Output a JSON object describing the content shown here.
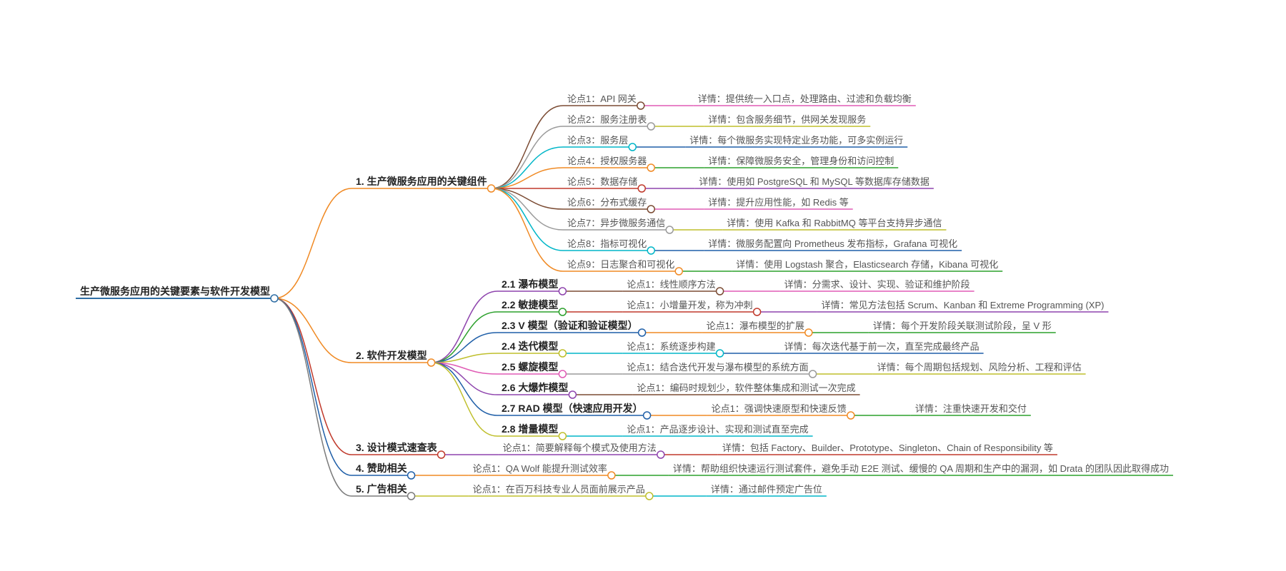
{
  "colors": {
    "root": "#2e6da4",
    "palette": [
      "#7b4b33",
      "#9a9a9a",
      "#00b6c8",
      "#f08a24",
      "#c0392b",
      "#e05cb5",
      "#8e44ad",
      "#2ca02c",
      "#bfbf2c",
      "#1f5fa8"
    ]
  },
  "root": {
    "label": "生产微服务应用的关键要素与软件开发模型"
  },
  "sections": [
    {
      "label": "1. 生产微服务应用的关键组件",
      "color": "#f08a24",
      "points": [
        {
          "label": "论点1：API 网关",
          "color": "#7b4b33",
          "detail": "详情：提供统一入口点，处理路由、过滤和负载均衡",
          "detail_color": "#e05cb5"
        },
        {
          "label": "论点2：服务注册表",
          "color": "#9a9a9a",
          "detail": "详情：包含服务细节，供网关发现服务",
          "detail_color": "#bfbf2c"
        },
        {
          "label": "论点3：服务层",
          "color": "#00b6c8",
          "detail": "详情：每个微服务实现特定业务功能，可多实例运行",
          "detail_color": "#1f5fa8"
        },
        {
          "label": "论点4：授权服务器",
          "color": "#f08a24",
          "detail": "详情：保障微服务安全，管理身份和访问控制",
          "detail_color": "#2ca02c"
        },
        {
          "label": "论点5：数据存储",
          "color": "#c0392b",
          "detail": "详情：使用如 PostgreSQL 和 MySQL 等数据库存储数据",
          "detail_color": "#8e44ad"
        },
        {
          "label": "论点6：分布式缓存",
          "color": "#7b4b33",
          "detail": "详情：提升应用性能，如 Redis 等",
          "detail_color": "#e05cb5"
        },
        {
          "label": "论点7：异步微服务通信",
          "color": "#9a9a9a",
          "detail": "详情：使用 Kafka 和 RabbitMQ 等平台支持异步通信",
          "detail_color": "#bfbf2c"
        },
        {
          "label": "论点8：指标可视化",
          "color": "#00b6c8",
          "detail": "详情：微服务配置向 Prometheus 发布指标，Grafana 可视化",
          "detail_color": "#1f5fa8"
        },
        {
          "label": "论点9：日志聚合和可视化",
          "color": "#f08a24",
          "detail": "详情：使用 Logstash 聚合，Elasticsearch 存储，Kibana 可视化",
          "detail_color": "#2ca02c"
        }
      ]
    },
    {
      "label": "2. 软件开发模型",
      "color": "#f08a24",
      "subs": [
        {
          "label": "2.1 瀑布模型",
          "color": "#8e44ad",
          "point": "论点1：线性顺序方法",
          "point_color": "#7b4b33",
          "detail": "详情：分需求、设计、实现、验证和维护阶段",
          "detail_color": "#e05cb5"
        },
        {
          "label": "2.2 敏捷模型",
          "color": "#2ca02c",
          "point": "论点1：小增量开发，称为冲刺",
          "point_color": "#c0392b",
          "detail": "详情：常见方法包括 Scrum、Kanban 和 Extreme Programming (XP)",
          "detail_color": "#8e44ad"
        },
        {
          "label": "2.3 V 模型（验证和验证模型）",
          "color": "#1f5fa8",
          "point": "论点1：瀑布模型的扩展",
          "point_color": "#f08a24",
          "detail": "详情：每个开发阶段关联测试阶段，呈 V 形",
          "detail_color": "#2ca02c"
        },
        {
          "label": "2.4 迭代模型",
          "color": "#bfbf2c",
          "point": "论点1：系统逐步构建",
          "point_color": "#00b6c8",
          "detail": "详情：每次迭代基于前一次，直至完成最终产品",
          "detail_color": "#1f5fa8"
        },
        {
          "label": "2.5 螺旋模型",
          "color": "#e05cb5",
          "point": "论点1：结合迭代开发与瀑布模型的系统方面",
          "point_color": "#9a9a9a",
          "detail": "详情：每个周期包括规划、风险分析、工程和评估",
          "detail_color": "#bfbf2c"
        },
        {
          "label": "2.6 大爆炸模型",
          "color": "#8e44ad",
          "point": "论点1：编码时规划少，软件整体集成和测试一次完成",
          "point_color": "#7b4b33"
        },
        {
          "label": "2.7 RAD 模型（快速应用开发）",
          "color": "#1f5fa8",
          "point": "论点1：强调快速原型和快速反馈",
          "point_color": "#f08a24",
          "detail": "详情：注重快速开发和交付",
          "detail_color": "#2ca02c"
        },
        {
          "label": "2.8 增量模型",
          "color": "#bfbf2c",
          "point": "论点1：产品逐步设计、实现和测试直至完成",
          "point_color": "#00b6c8"
        }
      ]
    },
    {
      "label": "3. 设计模式速查表",
      "color": "#c0392b",
      "points": [
        {
          "label": "论点1：简要解释每个模式及使用方法",
          "color": "#8e44ad",
          "detail": "详情：包括 Factory、Builder、Prototype、Singleton、Chain of Responsibility 等",
          "detail_color": "#c0392b"
        }
      ]
    },
    {
      "label": "4. 赞助相关",
      "color": "#1f5fa8",
      "points": [
        {
          "label": "论点1：QA Wolf 能提升测试效率",
          "color": "#f08a24",
          "detail": "详情：帮助组织快速运行测试套件，避免手动 E2E 测试、缓慢的 QA 周期和生产中的漏洞，如 Drata 的团队因此取得成功",
          "detail_color": "#2ca02c"
        }
      ]
    },
    {
      "label": "5. 广告相关",
      "color": "#7b7b7b",
      "points": [
        {
          "label": "论点1：在百万科技专业人员面前展示产品",
          "color": "#bfbf2c",
          "detail": "详情：通过邮件预定广告位",
          "detail_color": "#00b6c8"
        }
      ]
    }
  ]
}
